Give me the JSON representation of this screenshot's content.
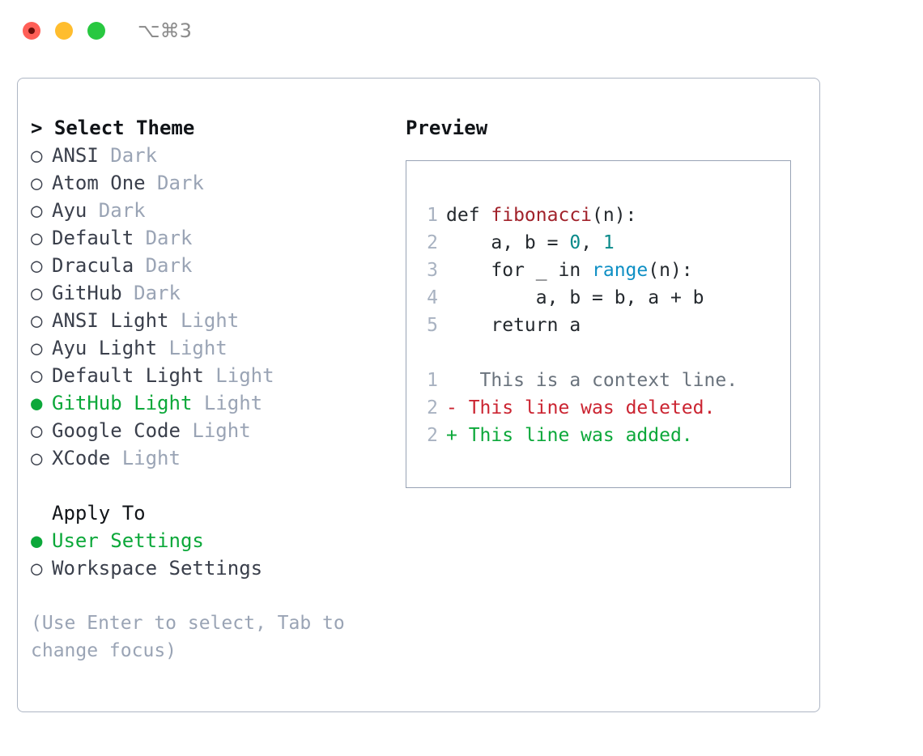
{
  "titlebar": {
    "shortcut": "⌥⌘3",
    "buttons": [
      "close",
      "minimize",
      "zoom"
    ]
  },
  "theme_list": {
    "heading": "> Select Theme",
    "selected_marker": "●",
    "unselected_marker": "○",
    "accent_color": "#0ca83a",
    "items": [
      {
        "name": "ANSI",
        "tag": "Dark",
        "selected": false
      },
      {
        "name": "Atom One",
        "tag": "Dark",
        "selected": false
      },
      {
        "name": "Ayu",
        "tag": "Dark",
        "selected": false
      },
      {
        "name": "Default",
        "tag": "Dark",
        "selected": false
      },
      {
        "name": "Dracula",
        "tag": "Dark",
        "selected": false
      },
      {
        "name": "GitHub",
        "tag": "Dark",
        "selected": false
      },
      {
        "name": "ANSI Light",
        "tag": "Light",
        "selected": false
      },
      {
        "name": "Ayu Light",
        "tag": "Light",
        "selected": false
      },
      {
        "name": "Default Light",
        "tag": "Light",
        "selected": false
      },
      {
        "name": "GitHub Light",
        "tag": "Light",
        "selected": true
      },
      {
        "name": "Google Code",
        "tag": "Light",
        "selected": false
      },
      {
        "name": "XCode",
        "tag": "Light",
        "selected": false
      }
    ]
  },
  "apply_to": {
    "heading": "Apply To",
    "items": [
      {
        "name": "User Settings",
        "selected": true
      },
      {
        "name": "Workspace Settings",
        "selected": false
      }
    ]
  },
  "hint": "(Use Enter to select, Tab to change focus)",
  "preview": {
    "title": "Preview",
    "code_lines": [
      {
        "gutter": "1",
        "tokens": [
          {
            "t": "def ",
            "c": "plain"
          },
          {
            "t": "fibonacci",
            "c": "fn"
          },
          {
            "t": "(n):",
            "c": "plain"
          }
        ]
      },
      {
        "gutter": "2",
        "tokens": [
          {
            "t": "    a, b = ",
            "c": "plain"
          },
          {
            "t": "0",
            "c": "num"
          },
          {
            "t": ", ",
            "c": "plain"
          },
          {
            "t": "1",
            "c": "num"
          }
        ]
      },
      {
        "gutter": "3",
        "tokens": [
          {
            "t": "    for _ in ",
            "c": "plain"
          },
          {
            "t": "range",
            "c": "call"
          },
          {
            "t": "(n):",
            "c": "plain"
          }
        ]
      },
      {
        "gutter": "4",
        "tokens": [
          {
            "t": "        a, b = b, a + b",
            "c": "plain"
          }
        ]
      },
      {
        "gutter": "5",
        "tokens": [
          {
            "t": "    return a",
            "c": "plain"
          }
        ]
      }
    ],
    "diff_lines": [
      {
        "gutter": "1",
        "marker": " ",
        "text": "  This is a context line.",
        "kind": "ctx"
      },
      {
        "gutter": "2",
        "marker": "-",
        "text": " This line was deleted.",
        "kind": "del"
      },
      {
        "gutter": "2",
        "marker": "+",
        "text": " This line was added.",
        "kind": "add"
      }
    ],
    "syntax_colors": {
      "function": "#a1222b",
      "number": "#0a8a8a",
      "builtin": "#0e8fc4",
      "plain": "#24292e",
      "gutter": "#a8b2c1",
      "diff_context": "#6a737d",
      "diff_deleted": "#cb2431",
      "diff_added": "#0ca83a"
    }
  }
}
